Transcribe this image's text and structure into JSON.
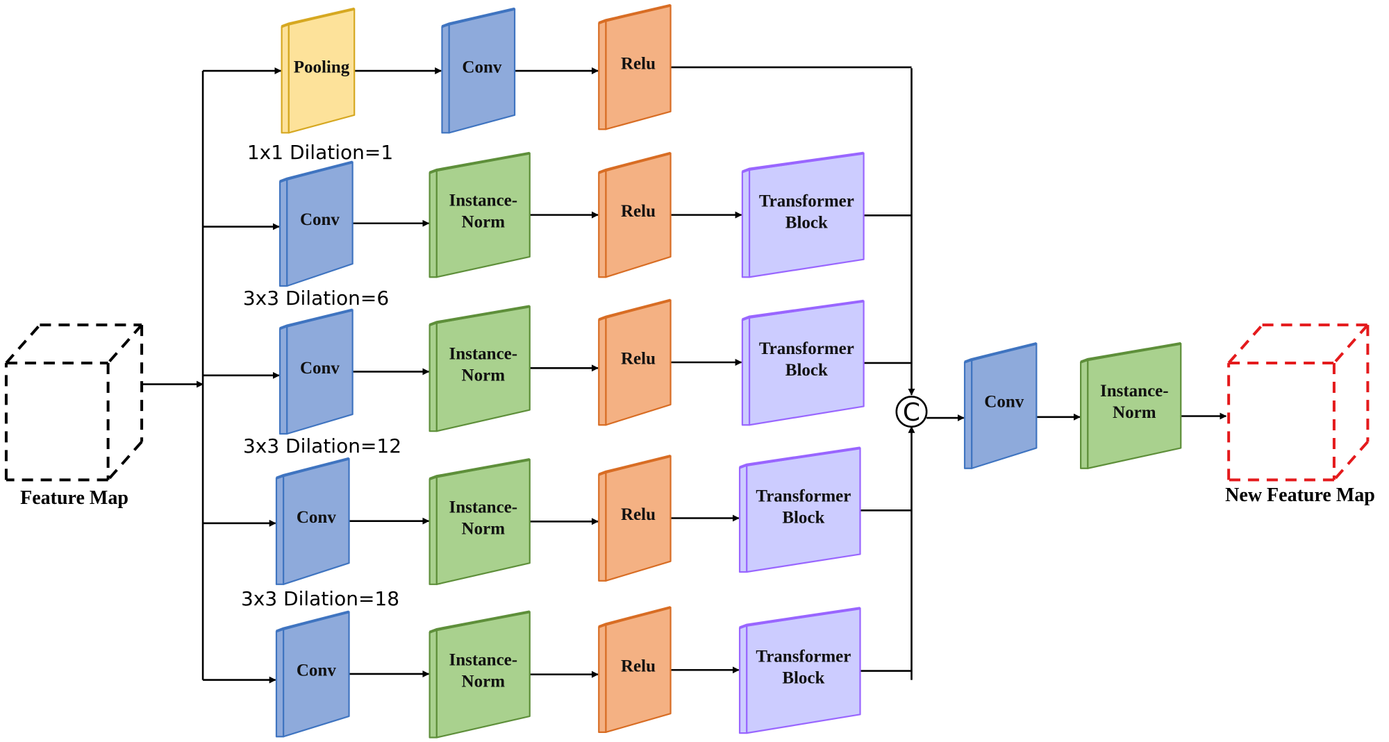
{
  "diagram": {
    "input_label": "Feature Map",
    "output_label": "New Feature Map",
    "concat_symbol": "C",
    "colors": {
      "pooling": {
        "fill": "#fde29a",
        "stroke": "#d6a821"
      },
      "conv": {
        "fill": "#8eaadb",
        "stroke": "#3f74c0"
      },
      "norm": {
        "fill": "#a9d18e",
        "stroke": "#5e8f3a"
      },
      "relu": {
        "fill": "#f4b183",
        "stroke": "#d86d24"
      },
      "transformer": {
        "fill": "#ccccff",
        "stroke": "#9966ff"
      },
      "input_cube": "#000000",
      "output_cube": "#e41a1c"
    },
    "branches": [
      {
        "label": "",
        "blocks": [
          {
            "type": "pooling",
            "lines": [
              "Pooling"
            ]
          },
          {
            "type": "conv",
            "lines": [
              "Conv"
            ]
          },
          {
            "type": "relu",
            "lines": [
              "Relu"
            ]
          }
        ]
      },
      {
        "label": "1x1 Dilation=1",
        "blocks": [
          {
            "type": "conv",
            "lines": [
              "Conv"
            ]
          },
          {
            "type": "norm",
            "lines": [
              "Instance-",
              "Norm"
            ]
          },
          {
            "type": "relu",
            "lines": [
              "Relu"
            ]
          },
          {
            "type": "transformer",
            "lines": [
              "Transformer",
              "Block"
            ]
          }
        ]
      },
      {
        "label": "3x3 Dilation=6",
        "blocks": [
          {
            "type": "conv",
            "lines": [
              "Conv"
            ]
          },
          {
            "type": "norm",
            "lines": [
              "Instance-",
              "Norm"
            ]
          },
          {
            "type": "relu",
            "lines": [
              "Relu"
            ]
          },
          {
            "type": "transformer",
            "lines": [
              "Transformer",
              "Block"
            ]
          }
        ]
      },
      {
        "label": "3x3 Dilation=12",
        "blocks": [
          {
            "type": "conv",
            "lines": [
              "Conv"
            ]
          },
          {
            "type": "norm",
            "lines": [
              "Instance-",
              "Norm"
            ]
          },
          {
            "type": "relu",
            "lines": [
              "Relu"
            ]
          },
          {
            "type": "transformer",
            "lines": [
              "Transformer",
              "Block"
            ]
          }
        ]
      },
      {
        "label": "3x3 Dilation=18",
        "blocks": [
          {
            "type": "conv",
            "lines": [
              "Conv"
            ]
          },
          {
            "type": "norm",
            "lines": [
              "Instance-",
              "Norm"
            ]
          },
          {
            "type": "relu",
            "lines": [
              "Relu"
            ]
          },
          {
            "type": "transformer",
            "lines": [
              "Transformer",
              "Block"
            ]
          }
        ]
      }
    ],
    "post_blocks": [
      {
        "type": "conv",
        "lines": [
          "Conv"
        ]
      },
      {
        "type": "norm",
        "lines": [
          "Instance-",
          "Norm"
        ]
      }
    ]
  }
}
